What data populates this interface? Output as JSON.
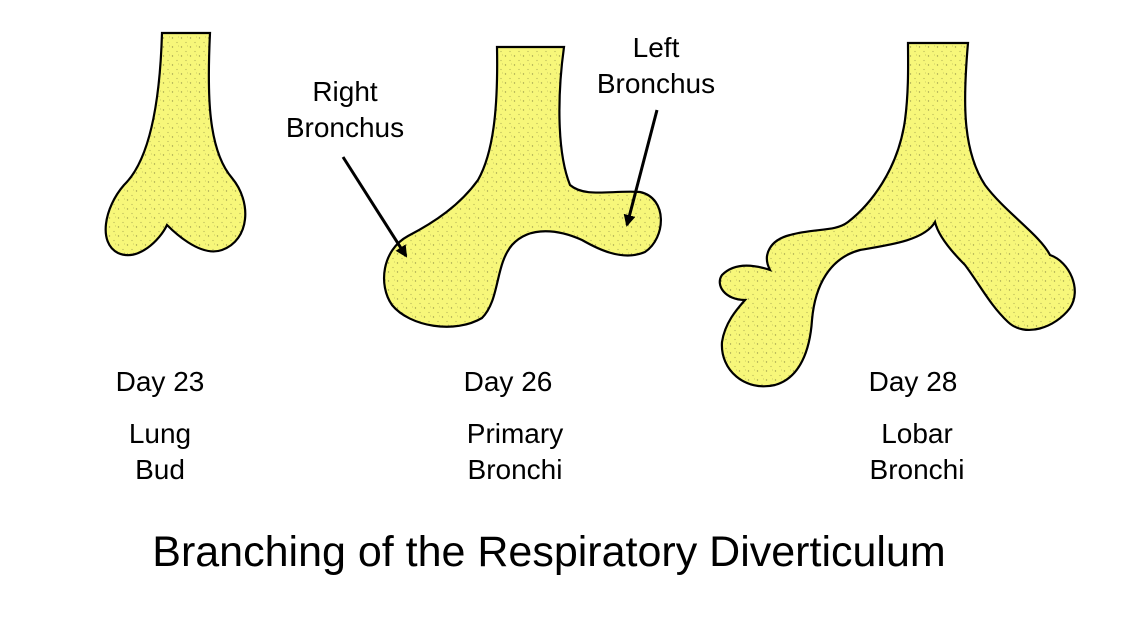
{
  "colors": {
    "bud_fill": "#f7f77a",
    "outline": "#000000",
    "text": "#000000",
    "background": "#ffffff"
  },
  "annotations": {
    "right_bronchus": [
      "Right",
      "Bronchus"
    ],
    "left_bronchus": [
      "Left",
      "Bronchus"
    ]
  },
  "stages": [
    {
      "day": "Day 23",
      "name": [
        "Lung",
        "Bud"
      ]
    },
    {
      "day": "Day 26",
      "name": [
        "Primary",
        "Bronchi"
      ]
    },
    {
      "day": "Day 28",
      "name": [
        "Lobar",
        "Bronchi"
      ]
    }
  ],
  "title": "Branching of the Respiratory Diverticulum"
}
